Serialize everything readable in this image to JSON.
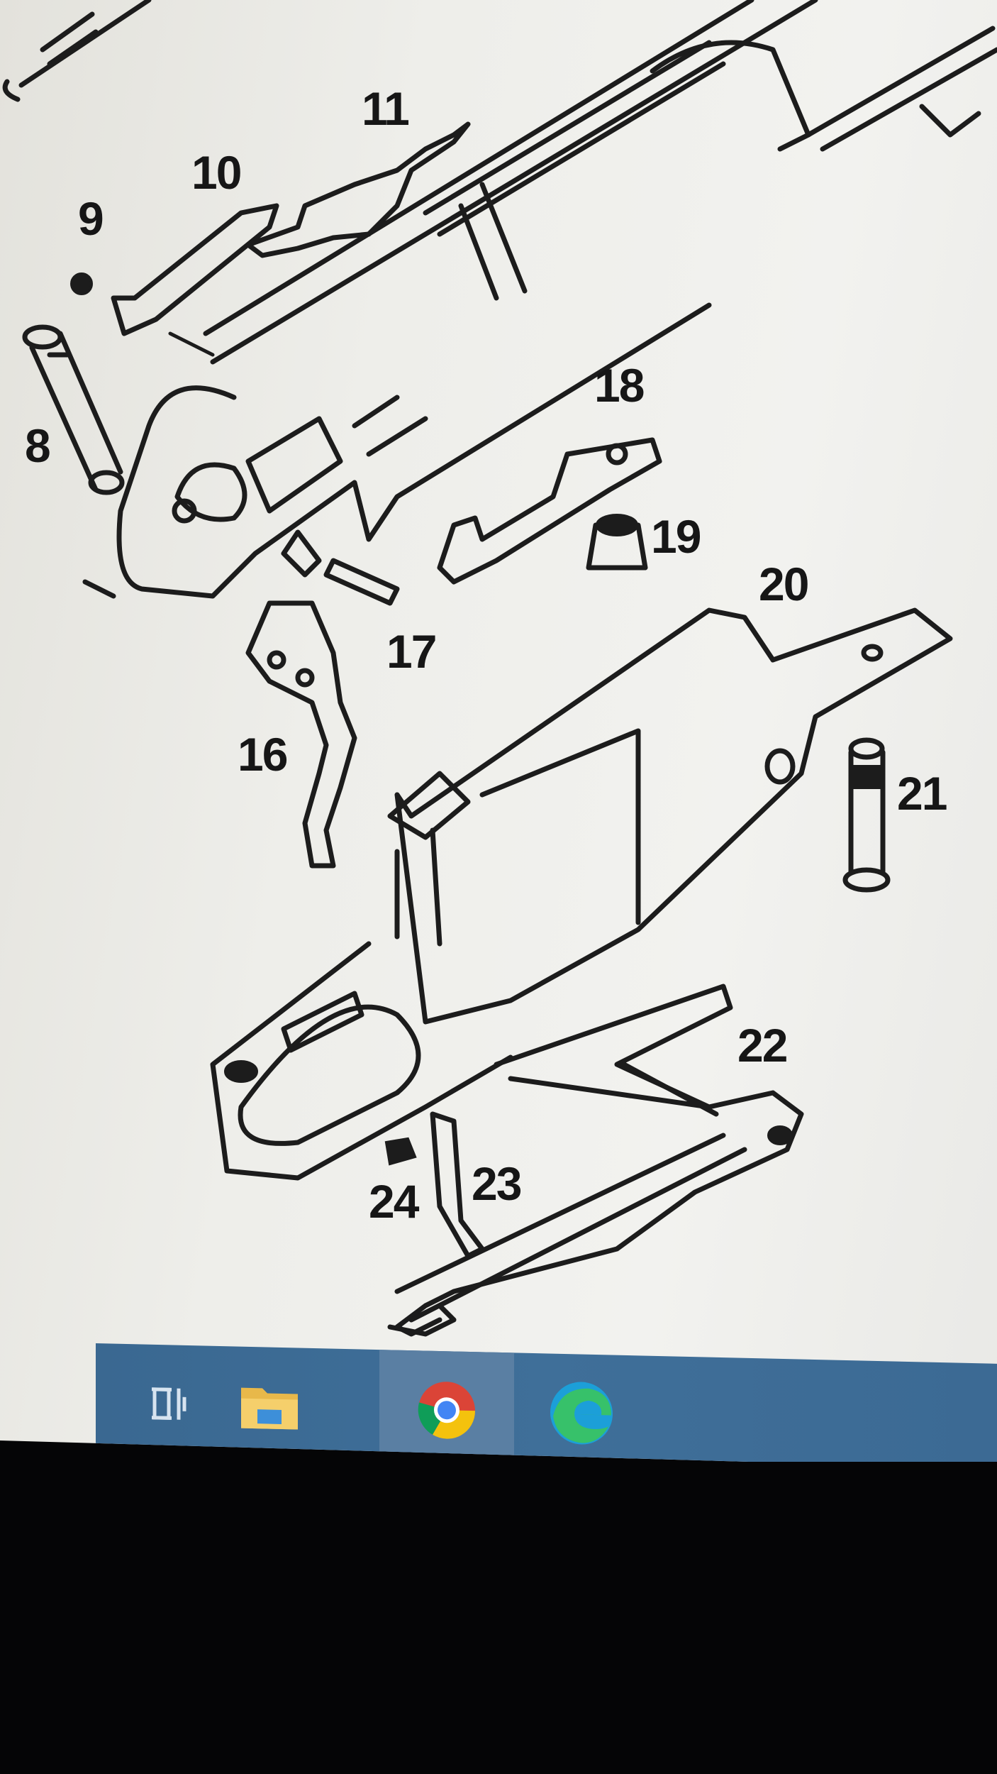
{
  "diagram": {
    "callouts": [
      "8",
      "9",
      "10",
      "11",
      "16",
      "17",
      "18",
      "19",
      "20",
      "21",
      "22",
      "23",
      "24"
    ]
  },
  "taskbar": {
    "icons": [
      "task-view-icon",
      "file-explorer-icon",
      "chrome-icon",
      "edge-icon"
    ],
    "active": "chrome-icon",
    "background": "#3f6f99"
  }
}
